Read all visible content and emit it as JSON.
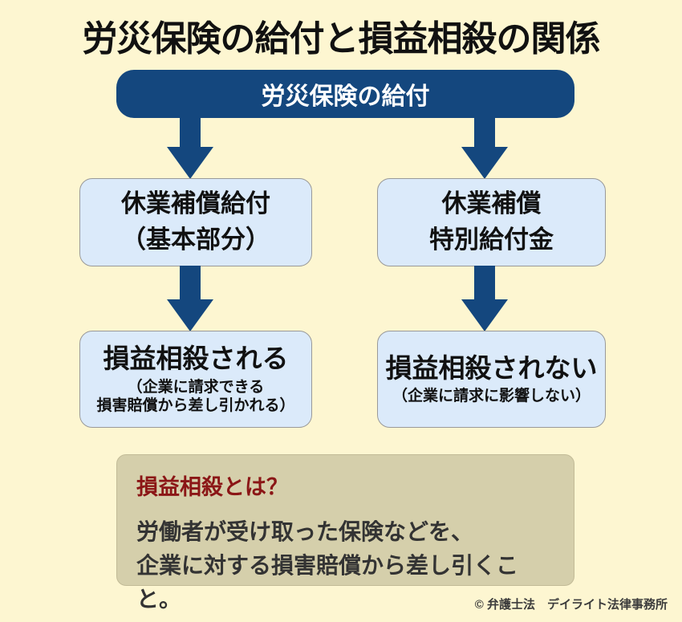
{
  "page": {
    "title": "労災保険の給付と損益相殺の関係",
    "footer": "© 弁護士法　デイライト法律事務所",
    "background_color": "#fdf6d1"
  },
  "colors": {
    "navy": "#14477e",
    "light_blue": "#dbeafa",
    "box_border_gray": "#999999",
    "tan": "#d5cfab",
    "heading_red": "#8b1616",
    "body_text": "#333333"
  },
  "flowchart": {
    "root": {
      "label": "労災保険の給付"
    },
    "left_branch": {
      "benefit": {
        "line1": "休業補償給付",
        "line2": "（基本部分）"
      },
      "result": {
        "main": "損益相殺される",
        "note_line1": "（企業に請求できる",
        "note_line2": "損害賠償から差し引かれる）"
      }
    },
    "right_branch": {
      "benefit": {
        "line1": "休業補償",
        "line2": "特別給付金"
      },
      "result": {
        "main": "損益相殺されない",
        "note_line1": "（企業に請求に影響しない）"
      }
    }
  },
  "definition": {
    "heading": "損益相殺とは？",
    "body_line1": "労働者が受け取った保険などを、",
    "body_line2": "企業に対する損害賠償から差し引くこと。"
  }
}
